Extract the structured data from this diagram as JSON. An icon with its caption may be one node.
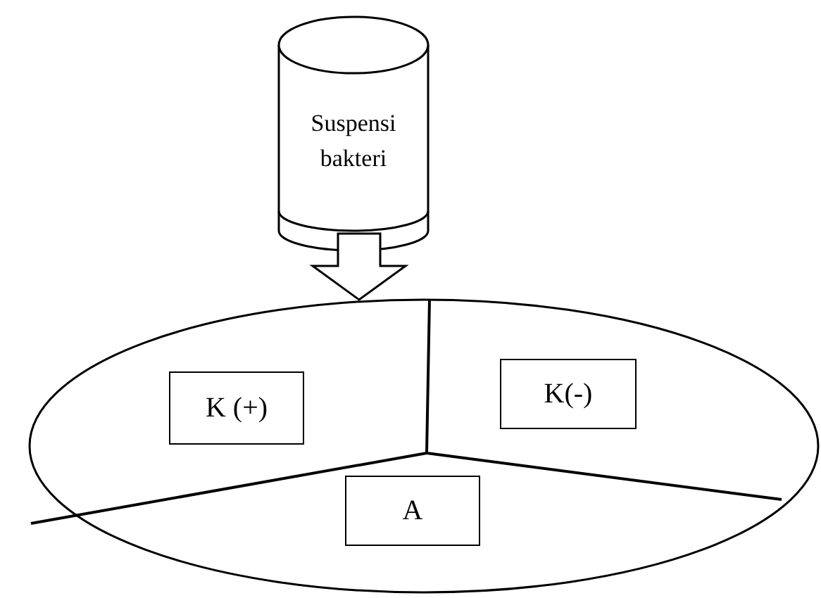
{
  "diagram": {
    "nodes": [
      {
        "text": [
          "Suspensi bakteri"
        ]
      },
      {
        "text": [],
        "shape": "ellipse"
      },
      {
        "text": [
          "K (+)"
        ],
        "in": 1
      },
      {
        "text": [
          "K(-)"
        ],
        "in": 1
      },
      {
        "text": [
          "A"
        ],
        "in": 1
      }
    ],
    "edges": [
      {
        "from": 0,
        "to": 1,
        "arrow": "to",
        "style": "thick"
      }
    ]
  }
}
